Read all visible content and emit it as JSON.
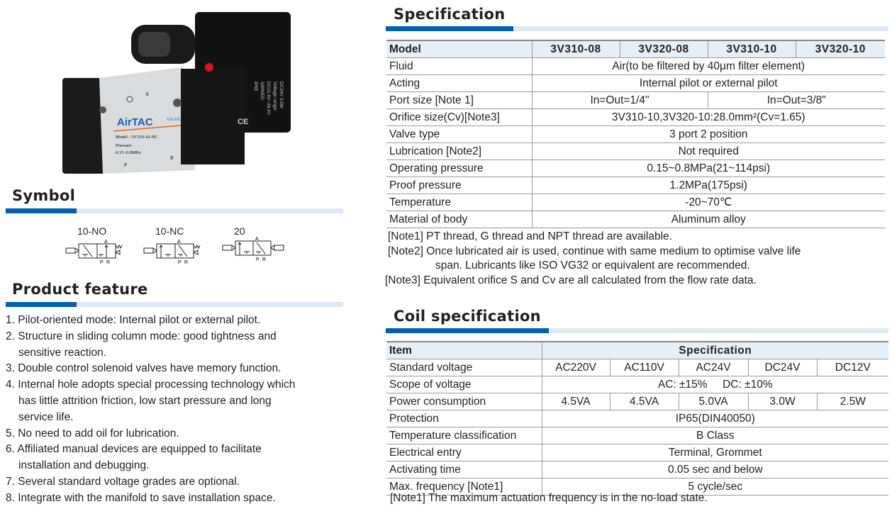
{
  "product_image": {
    "brand": "AirTAC",
    "valve_text": "VALVE",
    "model_text": "Model : 3V310-10-NC",
    "pressure_text": "Pressure:",
    "pressure_range": "0.15~0.8MPa",
    "port_a": "A",
    "port_p": "P",
    "port_r": "R",
    "coil_text": [
      "DC24V 3.0W",
      "Voltage range:",
      "DC21.6V~26.4V",
      "100%ED",
      "IP65"
    ],
    "ce_mark": "CE"
  },
  "symbol": {
    "title": "Symbol",
    "items": [
      {
        "label": "10-NO"
      },
      {
        "label": "10-NC"
      },
      {
        "label": "20"
      }
    ],
    "port_a": "A",
    "port_p": "P",
    "port_r": "R"
  },
  "product_feature": {
    "title": "Product feature",
    "items": [
      [
        "1. Pilot-oriented mode: Internal pilot or external pilot."
      ],
      [
        "2. Structure in sliding column mode: good tightness and",
        "sensitive reaction."
      ],
      [
        "3. Double control solenoid valves have memory function."
      ],
      [
        "4. Internal hole adopts special processing technology which",
        "has little attrition friction, low start pressure and long",
        "service life."
      ],
      [
        "5. No need to add oil for lubrication."
      ],
      [
        "6. Affiliated manual devices are equipped to facilitate",
        " installation and debugging."
      ],
      [
        "7. Several standard voltage grades are optional."
      ],
      [
        "8. Integrate with the manifold to save installation space."
      ]
    ]
  },
  "specification": {
    "title": "Specification",
    "header": {
      "label": "Model",
      "models": [
        "3V310-08",
        "3V320-08",
        "3V310-10",
        "3V320-10"
      ]
    },
    "rows": [
      {
        "label": "Fluid",
        "value": "Air(to be filtered by 40μm filter element)"
      },
      {
        "label": "Acting",
        "value": "Internal pilot or external pilot"
      },
      {
        "label": "Port size  [Note 1]",
        "values": [
          "In=Out=1/4\"",
          "In=Out=3/8\""
        ]
      },
      {
        "label": "Orifice size(Cv)[Note3]",
        "value": "3V310-10,3V320-10:28.0mm²(Cv=1.65)"
      },
      {
        "label": "Valve type",
        "value": "3 port 2 position"
      },
      {
        "label": "Lubrication  [Note2]",
        "value": "Not required"
      },
      {
        "label": "Operating pressure",
        "value": "0.15~0.8MPa(21~114psi)"
      },
      {
        "label": "Proof pressure",
        "value": "1.2MPa(175psi)"
      },
      {
        "label": "Temperature",
        "value": "-20~70℃"
      },
      {
        "label": "Material of body",
        "value": "Aluminum alloy"
      }
    ],
    "notes": [
      "[Note1]  PT thread, G thread and NPT thread are available.",
      "[Note2]  Once lubricated air is used, continue with same medium to optimise valve life",
      "span. Lubricants like ISO VG32 or equivalent are recommended.",
      "[Note3] Equivalent orifice S and Cv are all calculated from the flow rate data."
    ]
  },
  "coil_specification": {
    "title": "Coil specification",
    "header": {
      "item": "Item",
      "spec": "Specification"
    },
    "rows": [
      {
        "label": "Standard voltage",
        "values": [
          "AC220V",
          "AC110V",
          "AC24V",
          "DC24V",
          "DC12V"
        ]
      },
      {
        "label": "Scope of voltage",
        "value": "AC: ±15%     DC: ±10%"
      },
      {
        "label": "Power consumption",
        "values": [
          "4.5VA",
          "4.5VA",
          "5.0VA",
          "3.0W",
          "2.5W"
        ]
      },
      {
        "label": "Protection",
        "value": "IP65(DIN40050)"
      },
      {
        "label": "Temperature classification",
        "value": "B Class"
      },
      {
        "label": "Electrical entry",
        "value": "Terminal, Grommet"
      },
      {
        "label": "Activating time",
        "value": "0.05 sec and below"
      },
      {
        "label": "Max. frequency  [Note1]",
        "value": "5 cycle/sec"
      }
    ],
    "note": "[Note1]  The maximum actuation frequency is in the no-load state."
  },
  "colors": {
    "accent": "#0060b0",
    "accent_light": "#dde9f6",
    "header_bg": "#e6eff8"
  }
}
